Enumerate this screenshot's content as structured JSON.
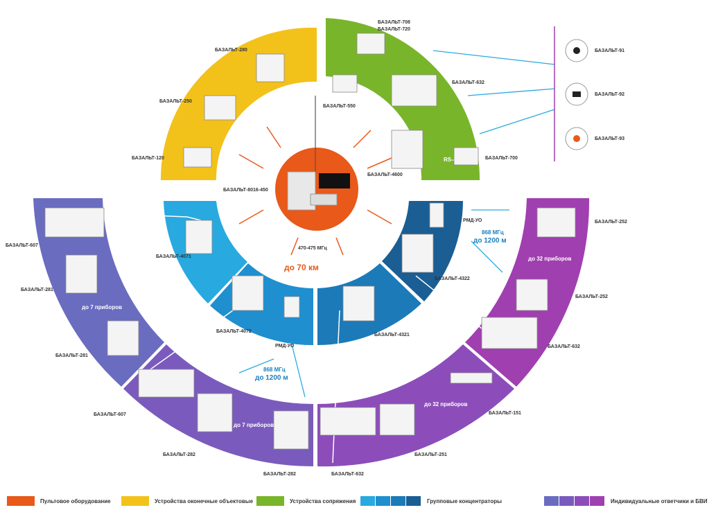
{
  "center": {
    "device": "БАЗАЛЬТ-8016-450",
    "freq": "470-475 МГц",
    "range": "до 70 км"
  },
  "ring_terminal": {
    "color": "#f2c21b",
    "devices": [
      "БАЗАЛЬТ-280",
      "БАЗАЛЬТ-250",
      "БАЗАЛЬТ-120"
    ]
  },
  "ring_interface": {
    "color": "#79b52a",
    "devices": [
      "БАЗАЛЬТ-708",
      "БАЗАЛЬТ-720",
      "БАЗАЛЬТ-632",
      "БАЗАЛЬТ-550",
      "БАЗАЛЬТ-4600",
      "БАЗАЛЬТ-700"
    ],
    "bus": "RS-485"
  },
  "remotes": {
    "devices": [
      "БАЗАЛЬТ-91",
      "БАЗАЛЬТ-92",
      "БАЗАЛЬТ-93"
    ]
  },
  "concentrators": {
    "devices": [
      "БАЗАЛЬТ-4071",
      "БАЗАЛЬТ-4072",
      "БАЗАЛЬТ-4321",
      "БАЗАЛЬТ-4322",
      "РМД-УО"
    ],
    "bus": "RS-485",
    "freq": "868 МГц",
    "range": "до 1200 м"
  },
  "responders_left": {
    "devices": [
      "БАЗАЛЬТ-607",
      "БАЗАЛЬТ-281",
      "БАЗАЛЬТ-281"
    ],
    "count": "до 7 приборов"
  },
  "responders_bottom_left": {
    "devices": [
      "БАЗАЛЬТ-607",
      "БАЗАЛЬТ-282",
      "БАЗАЛЬТ-282"
    ],
    "count": "до 7 приборов"
  },
  "responders_bottom_right": {
    "devices": [
      "БАЗАЛЬТ-632",
      "БАЗАЛЬТ-251",
      "БАЗАЛЬТ-151"
    ],
    "count": "до 32 приборов"
  },
  "responders_right": {
    "devices": [
      "БАЗАЛЬТ-252",
      "БАЗАЛЬТ-252",
      "БАЗАЛЬТ-632"
    ],
    "count": "до 32 приборов",
    "rmd": "РМД-УО",
    "freq": "868 МГц",
    "range": "до 1200 м"
  },
  "legend": [
    {
      "label": "Пультовое оборудование",
      "colors": [
        "#e8591a"
      ]
    },
    {
      "label": "Устройства оконечные объектовые",
      "colors": [
        "#f2c21b"
      ]
    },
    {
      "label": "Устройства сопряжения",
      "colors": [
        "#79b52a"
      ]
    },
    {
      "label": "Групповые концентраторы",
      "colors": [
        "#28a9e0",
        "#1f8fcf",
        "#1c7ab8",
        "#1a5e94"
      ]
    },
    {
      "label": "Индивидуальные ответчики и БВИ",
      "colors": [
        "#6a6cc0",
        "#7a5bbd",
        "#8c4dba",
        "#a03fb0"
      ]
    }
  ]
}
